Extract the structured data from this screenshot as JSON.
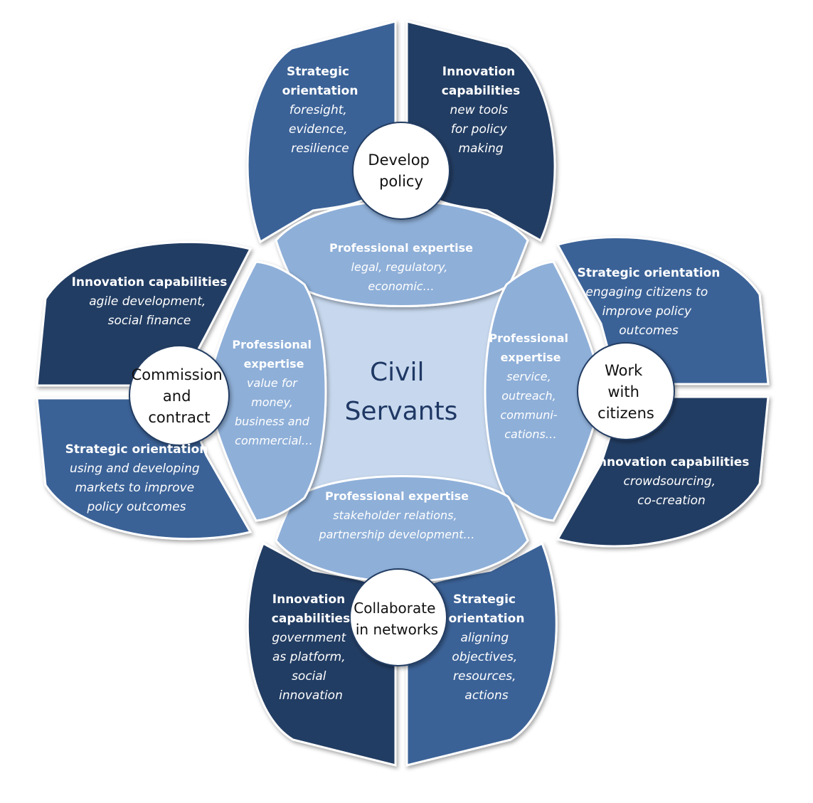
{
  "colors": {
    "navy": "#233c63",
    "mid_blue": "#3a6297",
    "light_blue": "#8eafd8",
    "center_fill": "#c7d8ee",
    "hub_fill": "#ffffff",
    "text_light": "#ffffff",
    "text_center": "#1f3864"
  },
  "center": {
    "line1": "Civil",
    "line2": "Servants"
  },
  "hubs": {
    "develop_policy": [
      "Develop",
      "policy"
    ],
    "work_with_citizens": [
      "Work",
      "with",
      "citizens"
    ],
    "collaborate": [
      "Collaborate",
      "in networks"
    ],
    "commission": [
      "Commission",
      "and",
      "contract"
    ]
  },
  "segments": {
    "top_left": {
      "title": [
        "Strategic",
        "orientation"
      ],
      "detail": [
        "foresight,",
        "evidence,",
        "resilience"
      ]
    },
    "top_right": {
      "title": [
        "Innovation",
        "capabilities"
      ],
      "detail": [
        "new tools",
        "for policy",
        "making"
      ]
    },
    "right_top": {
      "title": [
        "Strategic orientation"
      ],
      "detail": [
        "engaging citizens to",
        "improve policy",
        "outcomes"
      ]
    },
    "right_bottom": {
      "title": [
        "Innovation capabilities"
      ],
      "detail": [
        "crowdsourcing,",
        "co-creation"
      ]
    },
    "bottom_left": {
      "title": [
        "Innovation",
        "capabilities"
      ],
      "detail": [
        "government",
        "as platform,",
        "social",
        "innovation"
      ]
    },
    "bottom_right": {
      "title": [
        "Strategic",
        "orientation"
      ],
      "detail": [
        "aligning",
        "objectives,",
        "resources,",
        "actions"
      ]
    },
    "left_top": {
      "title": [
        "Innovation capabilities"
      ],
      "detail": [
        "agile development,",
        "social finance"
      ]
    },
    "left_bottom": {
      "title": [
        "Strategic orientation"
      ],
      "detail": [
        "using and developing",
        "markets to improve",
        "policy outcomes"
      ]
    }
  },
  "expertise": {
    "top": {
      "title": [
        "Professional expertise"
      ],
      "detail": [
        "legal, regulatory,",
        "economic…"
      ]
    },
    "right": {
      "title": [
        "Professional",
        "expertise"
      ],
      "detail": [
        "service,",
        "outreach,",
        "communi-",
        "cations…"
      ]
    },
    "bottom": {
      "title": [
        "Professional expertise"
      ],
      "detail": [
        "stakeholder relations,",
        "partnership development…"
      ]
    },
    "left": {
      "title": [
        "Professional",
        "expertise"
      ],
      "detail": [
        "value for",
        "money,",
        "business and",
        "commercial…"
      ]
    }
  }
}
